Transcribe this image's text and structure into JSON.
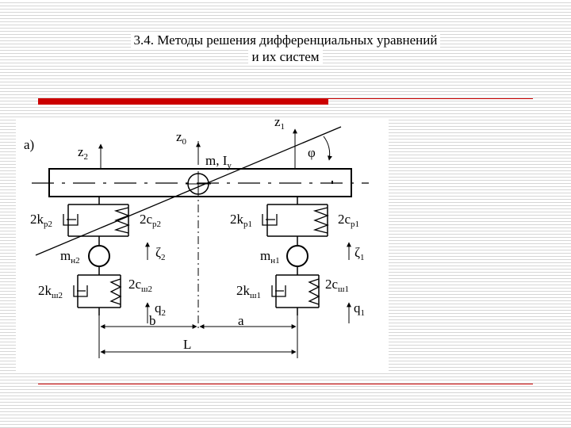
{
  "slide": {
    "title_line1": "3.4. Методы решения дифференциальных уравнений",
    "title_line2": "и их систем"
  },
  "diagram": {
    "panel_label": "а)",
    "z0": {
      "base": "z",
      "sub": "0"
    },
    "z1": {
      "base": "z",
      "sub": "1"
    },
    "z2": {
      "base": "z",
      "sub": "2"
    },
    "phi": "φ",
    "mass": {
      "base": "m, I",
      "sub": "y"
    },
    "kp2": {
      "base": "2k",
      "sub": "p2"
    },
    "cp2": {
      "base": "2c",
      "sub": "p2"
    },
    "kp1": {
      "base": "2k",
      "sub": "p1"
    },
    "cp1": {
      "base": "2c",
      "sub": "p1"
    },
    "mn2": {
      "base": "m",
      "sub": "н2"
    },
    "mn1": {
      "base": "m",
      "sub": "н1"
    },
    "zeta2": {
      "base": "ζ",
      "sub": "2"
    },
    "zeta1": {
      "base": "ζ",
      "sub": "1"
    },
    "ksh2": {
      "base": "2k",
      "sub": "ш2"
    },
    "csh2": {
      "base": "2c",
      "sub": "ш2"
    },
    "ksh1": {
      "base": "2k",
      "sub": "ш1"
    },
    "csh1": {
      "base": "2c",
      "sub": "ш1"
    },
    "q2": {
      "base": "q",
      "sub": "2"
    },
    "q1": {
      "base": "q",
      "sub": "1"
    },
    "b": "b",
    "a": "a",
    "L": "L"
  }
}
